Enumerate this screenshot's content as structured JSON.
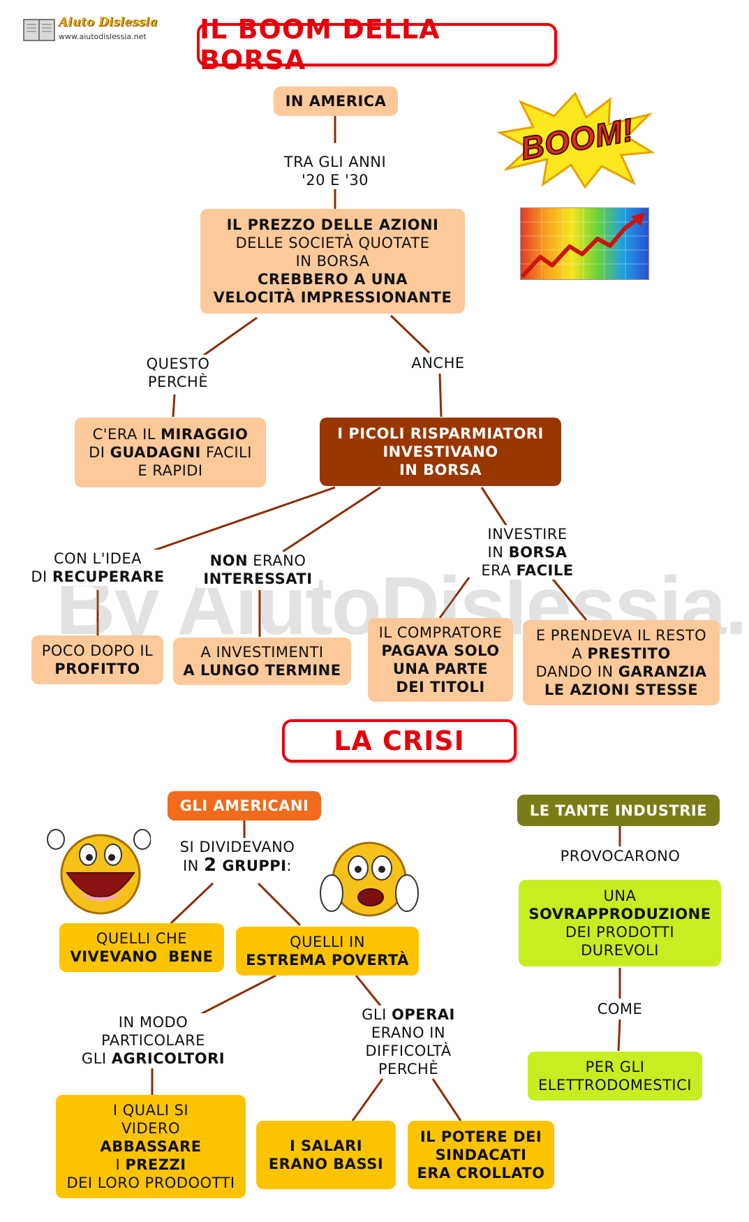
{
  "logo": {
    "name": "Aiuto Dislessia",
    "url": "www.aiutodislessia.net"
  },
  "watermark": "By AiutoDislessia.net",
  "section1": {
    "title": "IL BOOM DELLA BORSA",
    "boom_text": "BOOM!",
    "in_america": "IN AMERICA",
    "tra_gli_anni_1": "TRA GLI ANNI",
    "tra_gli_anni_2": "'20 E '30",
    "prezzo": {
      "l1": "IL PREZZO DELLE AZIONI",
      "l2": "DELLE SOCIETÀ QUOTATE",
      "l3": "IN BORSA",
      "l4": "CREBBERO A UNA",
      "l5": "VELOCITÀ IMPRESSIONANTE"
    },
    "questo_1": "QUESTO",
    "questo_2": "PERCHÈ",
    "anche": "ANCHE",
    "miraggio": {
      "a": "C'ERA IL ",
      "b": "MIRAGGIO",
      "c": "DI ",
      "d": "GUADAGNI",
      "e": " FACILI",
      "f": "E RAPIDI"
    },
    "picoli": {
      "l1": "I PICOLI RISPARMIATORI",
      "l2": "INVESTIVANO",
      "l3": "IN BORSA"
    },
    "idea": {
      "l1": "CON L'IDEA",
      "l2a": "DI ",
      "l2b": "RECUPERARE"
    },
    "non": {
      "a": "NON",
      "b": " ERANO",
      "c": "INTERESSATI"
    },
    "investire": {
      "l1": "INVESTIRE",
      "l2a": "IN ",
      "l2b": "BORSA",
      "l3a": "ERA ",
      "l3b": "FACILE"
    },
    "poco": {
      "l1": "POCO DOPO IL",
      "l2": "PROFITTO"
    },
    "lungo": {
      "l1": "A INVESTIMENTI",
      "l2": "A LUNGO TERMINE"
    },
    "compratore": {
      "l1": "IL COMPRATORE",
      "l2": "PAGAVA SOLO",
      "l3": "UNA PARTE",
      "l4": "DEI TITOLI"
    },
    "prestito": {
      "l1": "E PRENDEVA IL RESTO",
      "l2a": "A ",
      "l2b": "PRESTITO",
      "l3a": "DANDO IN ",
      "l3b": "GARANZIA",
      "l4": "LE AZIONI STESSE"
    }
  },
  "section2": {
    "title": "LA CRISI",
    "americani": "GLI AMERICANI",
    "dividevano": {
      "l1": "SI DIVIDEVANO",
      "l2a": "IN ",
      "l2b": "2",
      "l2c": " GRUPPI",
      "l2d": ":"
    },
    "bene": {
      "l1": "QUELLI CHE",
      "l2": "VIVEVANO  BENE"
    },
    "poverta": {
      "l1": "QUELLI IN",
      "l2": "ESTREMA POVERTÀ"
    },
    "agricoltori": {
      "l1": "IN MODO",
      "l2": "PARTICOLARE",
      "l3a": "GLI ",
      "l3b": "AGRICOLTORI"
    },
    "operai": {
      "l1a": "GLI ",
      "l1b": "OPERAI",
      "l2": "ERANO IN",
      "l3": "DIFFICOLTÀ",
      "l4": "PERCHÈ"
    },
    "prezzi": {
      "l1": "I QUALI SI",
      "l2": "VIDERO",
      "l3": "ABBASSARE",
      "l4a": "I ",
      "l4b": "PREZZI",
      "l5": "DEI LORO PRODOOTTI"
    },
    "salari": {
      "l1": "I SALARI",
      "l2": "ERANO BASSI"
    },
    "sindacati": {
      "l1": "IL POTERE DEI",
      "l2": "SINDACATI",
      "l3": "ERA CROLLATO"
    },
    "industrie": "LE TANTE INDUSTRIE",
    "provocarono": "PROVOCARONO",
    "sovra": {
      "l1": "UNA",
      "l2": "SOVRAPPRODUZIONE",
      "l3": "DEI PRODOTTI",
      "l4": "DUREVOLI"
    },
    "come": "COME",
    "elettro": {
      "l1": "PER GLI",
      "l2": "ELETTRODOMESTICI"
    }
  },
  "colors": {
    "title_red": "#e5000b",
    "peach": "#fcc99b",
    "brown": "#9a3600",
    "orange": "#f26a1b",
    "olive": "#7a7d17",
    "yellow": "#fcc400",
    "lime": "#c6ee20",
    "connector": "#8b2d00"
  }
}
